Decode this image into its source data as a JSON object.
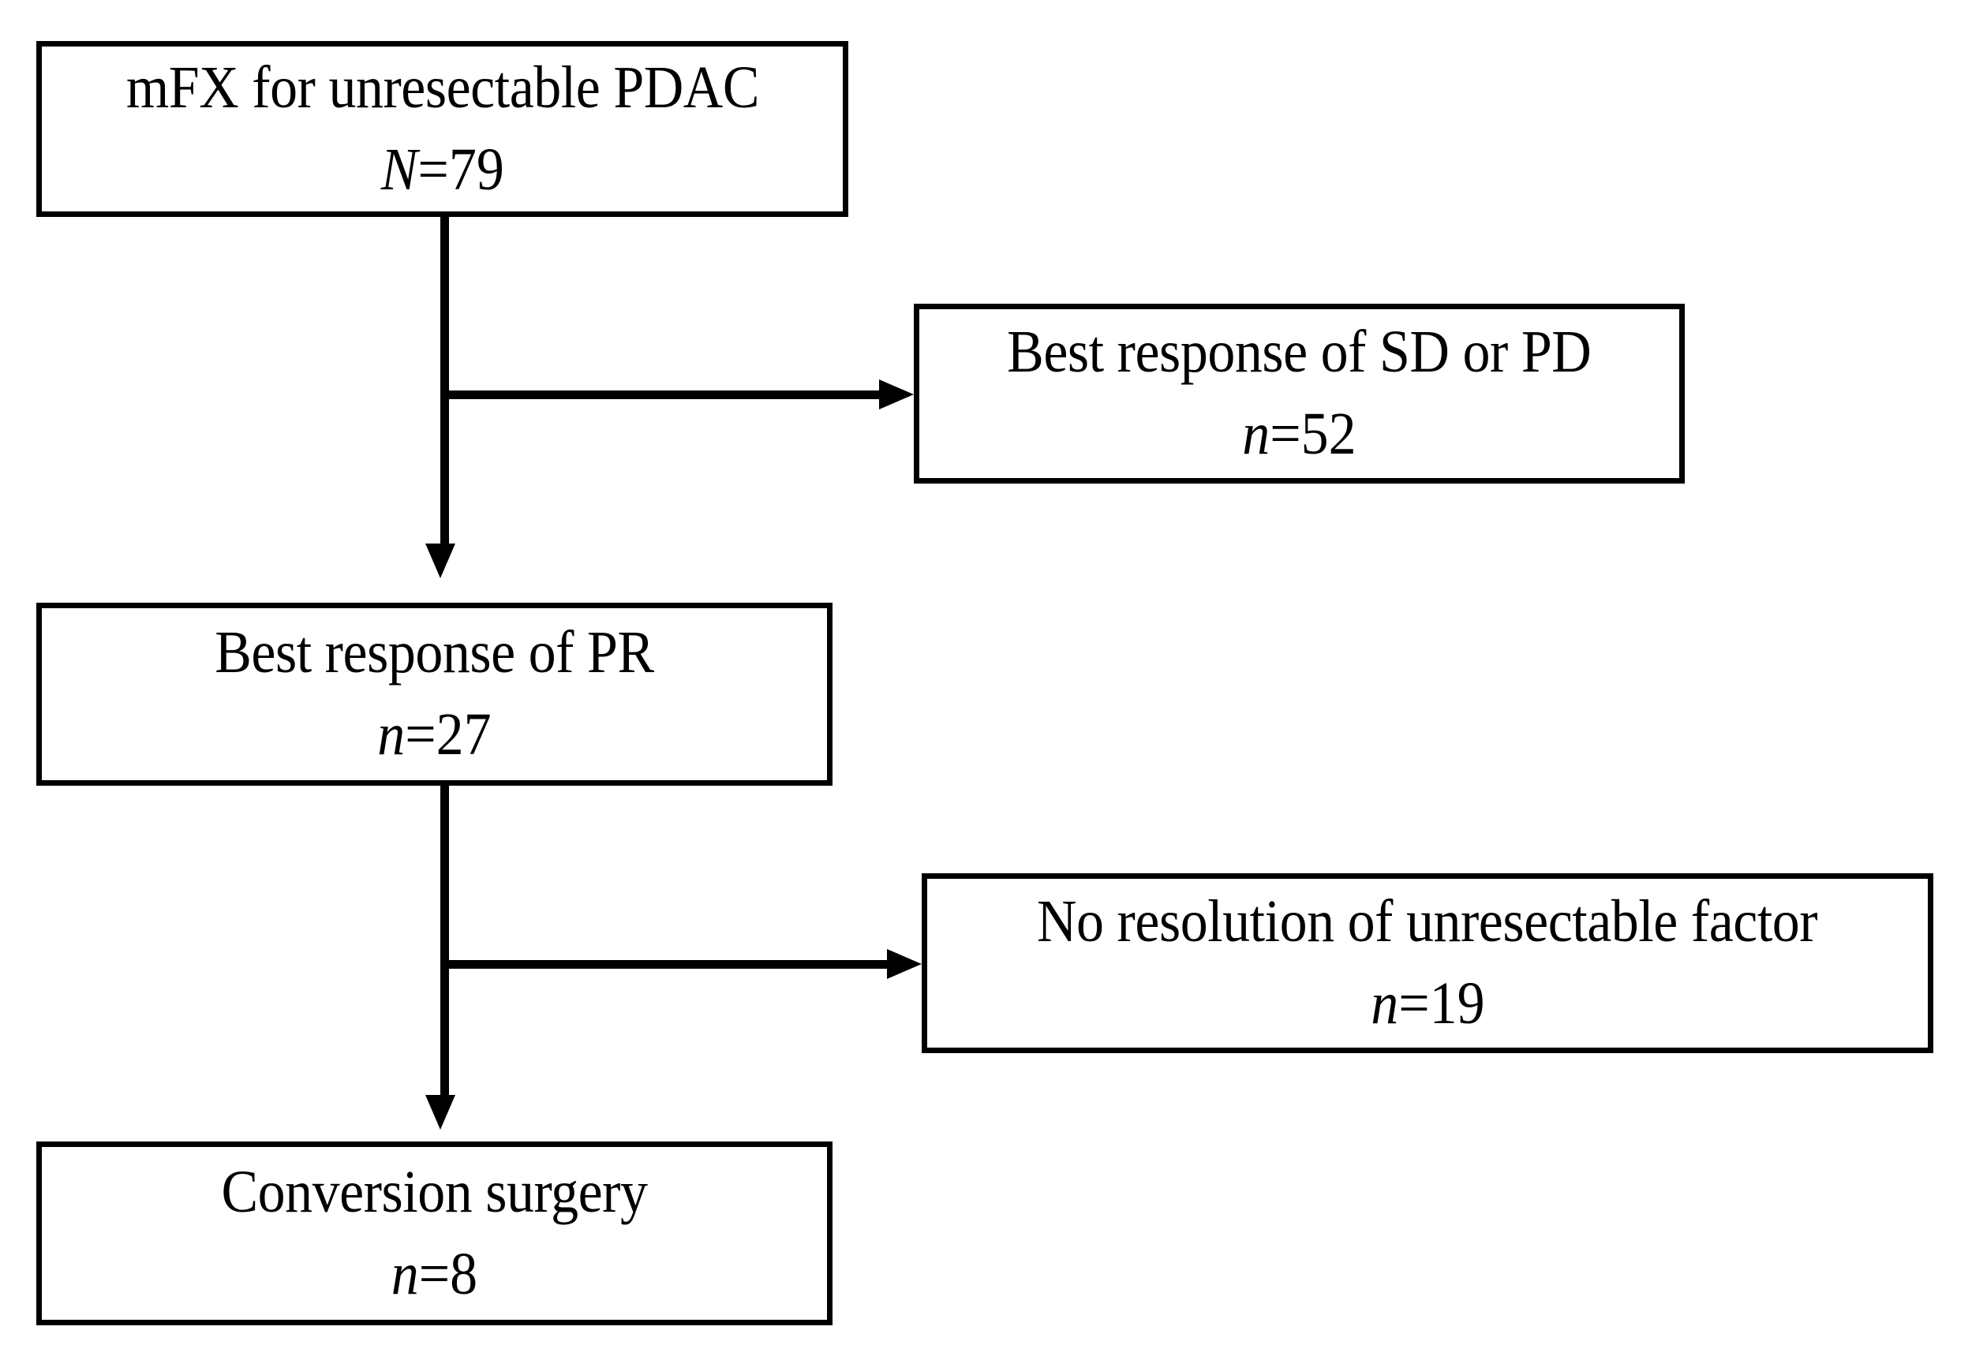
{
  "diagram": {
    "type": "flowchart",
    "title": "mFX for unresectable PDAC patient flow",
    "orientation": "top-to-bottom",
    "line_color": "#000000",
    "box_fill": "#ffffff",
    "box_border_color": "#000000"
  },
  "nodes": [
    {
      "id": "mfx",
      "label": "mFX for unresectable PDAC",
      "count_symbol": "N",
      "count_equals": "=",
      "count_value": "79",
      "count_text": "N=79"
    },
    {
      "id": "sdpd",
      "label": "Best response of SD or PD",
      "count_symbol": "n",
      "count_equals": "=",
      "count_value": "52",
      "count_text": "n=52"
    },
    {
      "id": "pr",
      "label": "Best response of PR",
      "count_symbol": "n",
      "count_equals": "=",
      "count_value": "27",
      "count_text": "n=27"
    },
    {
      "id": "noresolution",
      "label": "No resolution of unresectable factor",
      "count_symbol": "n",
      "count_equals": "=",
      "count_value": "19",
      "count_text": "n=19"
    },
    {
      "id": "conversion",
      "label": "Conversion surgery",
      "count_symbol": "n",
      "count_equals": "=",
      "count_value": "8",
      "count_text": "n=8"
    }
  ],
  "edges": [
    {
      "id": "mfx-to-pr",
      "from": "mfx",
      "to": "pr",
      "direction": "down"
    },
    {
      "id": "mfx-to-sdpd",
      "from": "mfx",
      "to": "sdpd",
      "direction": "right"
    },
    {
      "id": "pr-to-conversion",
      "from": "pr",
      "to": "conversion",
      "direction": "down"
    },
    {
      "id": "pr-to-noresolution",
      "from": "pr",
      "to": "noresolution",
      "direction": "right"
    }
  ]
}
